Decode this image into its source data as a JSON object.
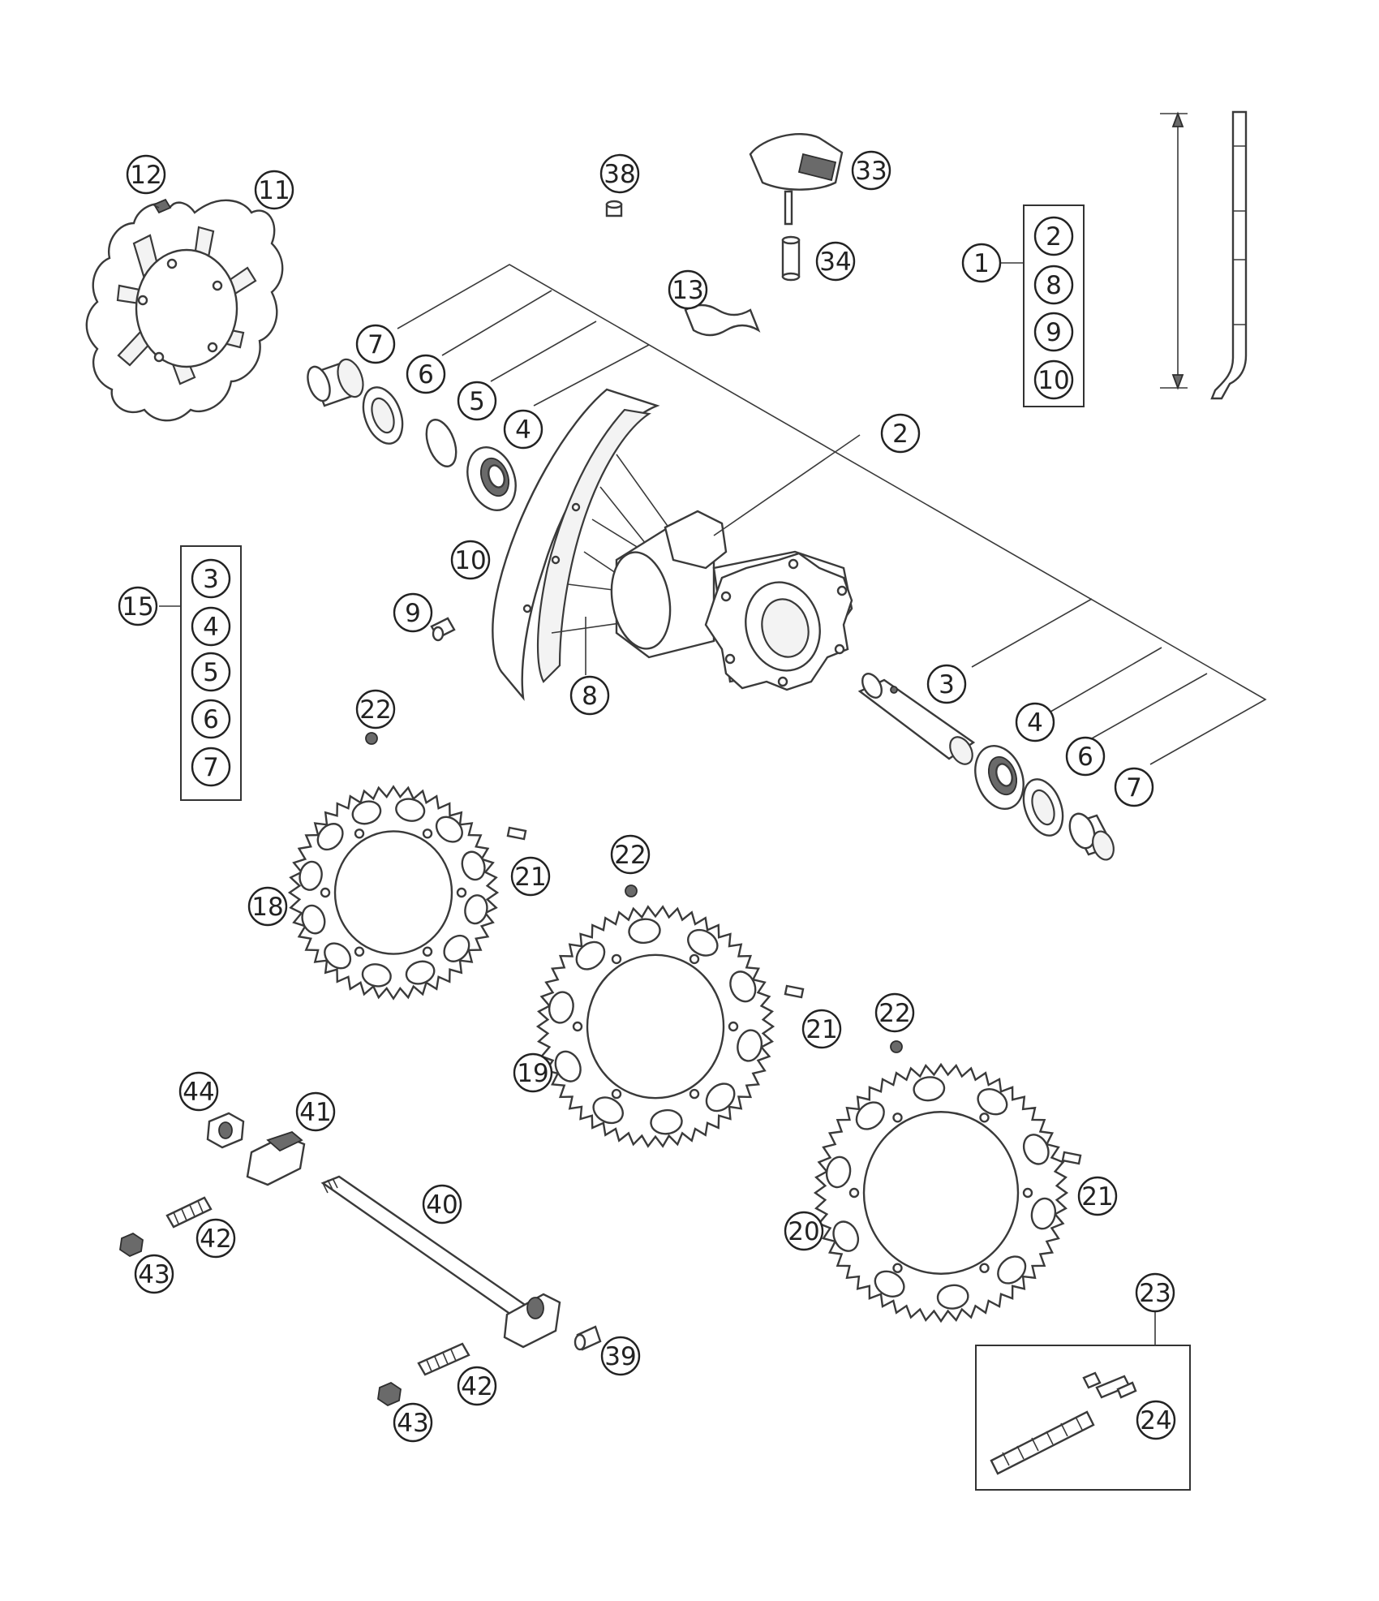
{
  "diagram": {
    "callouts": [
      {
        "id": "c12",
        "label": "12"
      },
      {
        "id": "c11",
        "label": "11"
      },
      {
        "id": "c38",
        "label": "38"
      },
      {
        "id": "c33",
        "label": "33"
      },
      {
        "id": "c34",
        "label": "34"
      },
      {
        "id": "c13",
        "label": "13"
      },
      {
        "id": "c1",
        "label": "1"
      },
      {
        "id": "c7a",
        "label": "7"
      },
      {
        "id": "c6a",
        "label": "6"
      },
      {
        "id": "c5a",
        "label": "5"
      },
      {
        "id": "c4a",
        "label": "4"
      },
      {
        "id": "c2",
        "label": "2"
      },
      {
        "id": "c10",
        "label": "10"
      },
      {
        "id": "c9",
        "label": "9"
      },
      {
        "id": "c8",
        "label": "8"
      },
      {
        "id": "c15",
        "label": "15"
      },
      {
        "id": "c3b",
        "label": "3"
      },
      {
        "id": "c4b",
        "label": "4"
      },
      {
        "id": "c6b",
        "label": "6"
      },
      {
        "id": "c7b",
        "label": "7"
      },
      {
        "id": "c22a",
        "label": "22"
      },
      {
        "id": "c21a",
        "label": "21"
      },
      {
        "id": "c18",
        "label": "18"
      },
      {
        "id": "c22b",
        "label": "22"
      },
      {
        "id": "c21b",
        "label": "21"
      },
      {
        "id": "c19",
        "label": "19"
      },
      {
        "id": "c22c",
        "label": "22"
      },
      {
        "id": "c21c",
        "label": "21"
      },
      {
        "id": "c20",
        "label": "20"
      },
      {
        "id": "c44",
        "label": "44"
      },
      {
        "id": "c41",
        "label": "41"
      },
      {
        "id": "c40",
        "label": "40"
      },
      {
        "id": "c42a",
        "label": "42"
      },
      {
        "id": "c43a",
        "label": "43"
      },
      {
        "id": "c39",
        "label": "39"
      },
      {
        "id": "c42b",
        "label": "42"
      },
      {
        "id": "c43b",
        "label": "43"
      },
      {
        "id": "c23",
        "label": "23"
      },
      {
        "id": "c24",
        "label": "24"
      }
    ],
    "kit_1": [
      "2",
      "8",
      "9",
      "10"
    ],
    "kit_15": [
      "3",
      "4",
      "5",
      "6",
      "7"
    ]
  }
}
